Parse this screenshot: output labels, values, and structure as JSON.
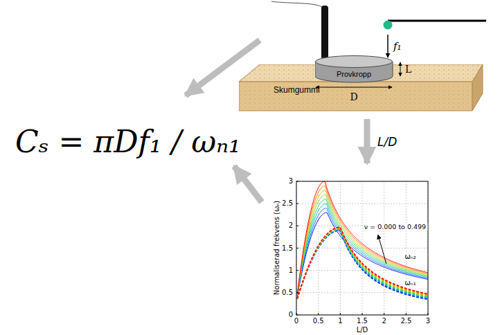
{
  "diagram": {
    "nodes": [
      {
        "text": [
          "Provkropp"
        ]
      },
      {
        "text": [
          "Skumgummi"
        ]
      }
    ],
    "labels": [
      "Cₛ = πDf₁ / ωₙ₁",
      "f₁",
      "L",
      "D",
      "L/D",
      "0",
      "0.5",
      "1",
      "1.5",
      "2",
      "2.5",
      "3",
      "0",
      "0.5",
      "1",
      "1.5",
      "2",
      "2.5",
      "3",
      "L/D",
      "Normaliserad frekvens (ωₙ)",
      "ν = 0.000 to 0.499",
      "ωₙ₂",
      "ωₙ₁"
    ]
  }
}
